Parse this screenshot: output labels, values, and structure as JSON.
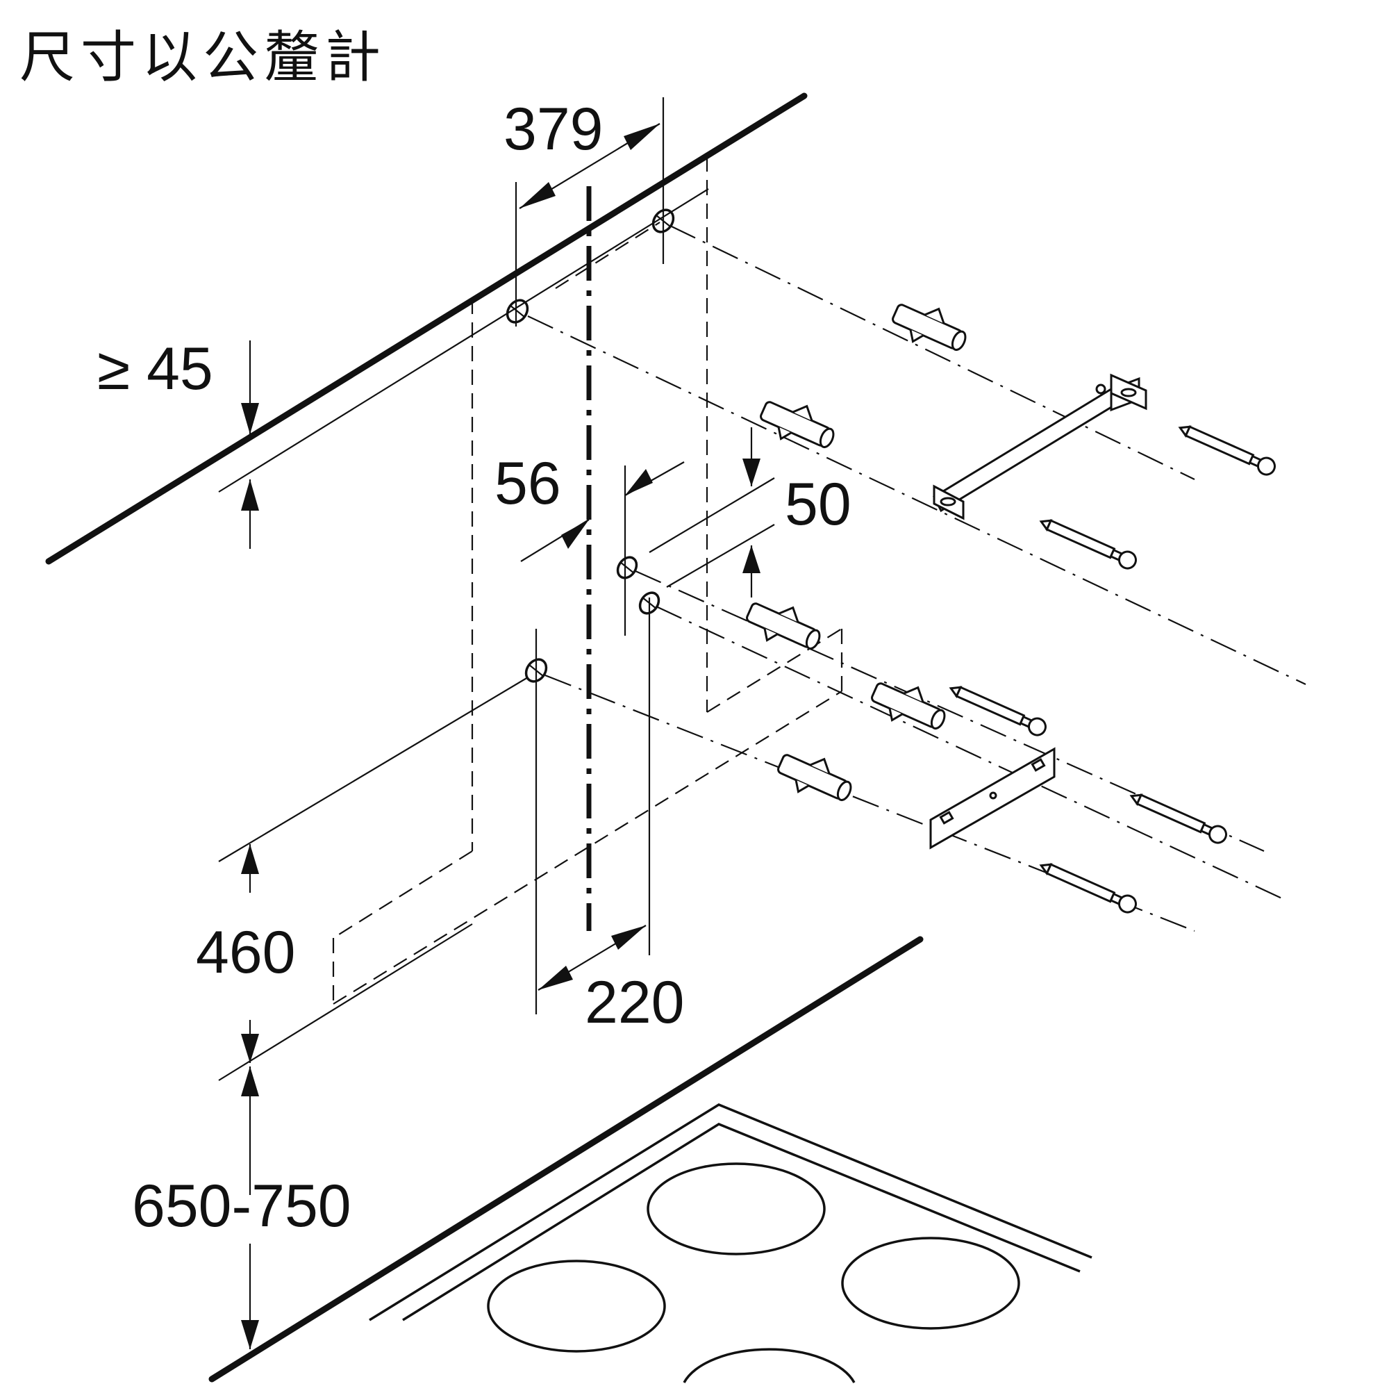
{
  "title": "尺寸以公釐計",
  "dimensions": {
    "min_top": "≥ 45",
    "width_379": "379",
    "d56": "56",
    "d50": "50",
    "d460": "460",
    "d220": "220",
    "height_range": "650-750"
  },
  "icons": [
    "wall-plug-icon",
    "screw-icon",
    "mounting-bracket-icon",
    "cooktop-icon"
  ]
}
